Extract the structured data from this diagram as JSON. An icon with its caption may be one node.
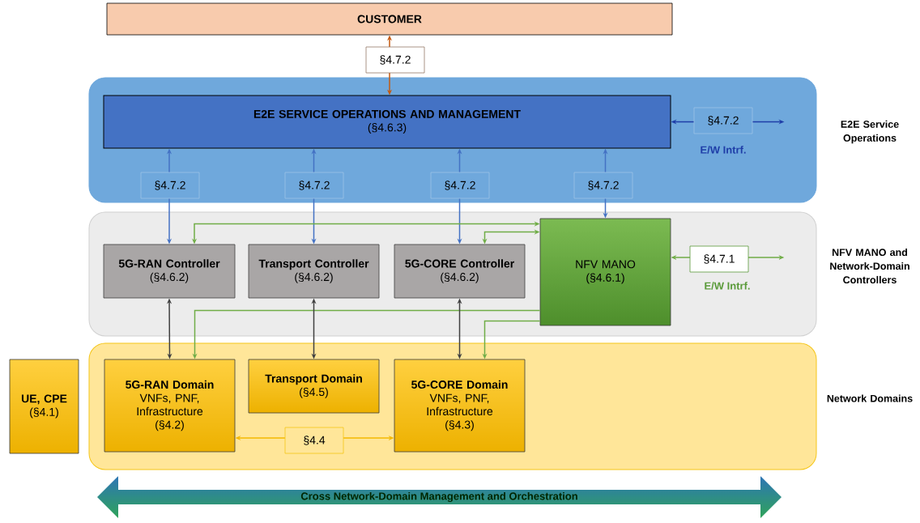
{
  "diagram": {
    "nodes": [
      {
        "text": [
          "CUSTOMER"
        ]
      },
      {
        "text": [
          "E2E Service Operations"
        ]
      },
      {
        "text": [
          "E2E SERVICE OPERATIONS AND MANAGEMENT",
          "(§4.6.3)"
        ],
        "in": 1
      },
      {
        "text": [
          "NFV MANO and Network-Domain Controllers"
        ]
      },
      {
        "text": [
          "5G-RAN Controller",
          "(§4.6.2)"
        ],
        "in": 3
      },
      {
        "text": [
          "Transport Controller",
          "(§4.6.2)"
        ],
        "in": 3
      },
      {
        "text": [
          "5G-CORE Controller",
          "(§4.6.2)"
        ],
        "in": 3
      },
      {
        "text": [
          "NFV MANO",
          "(§4.6.1)"
        ],
        "in": 3
      },
      {
        "text": [
          "Network Domains"
        ]
      },
      {
        "text": [
          "UE, CPE",
          "(§4.1)"
        ]
      },
      {
        "text": [
          "5G-RAN Domain",
          "VNFs, PNF, Infrastructure",
          "(§4.2)"
        ],
        "in": 8
      },
      {
        "text": [
          "Transport Domain",
          "(§4.5)"
        ],
        "in": 8
      },
      {
        "text": [
          "5G-CORE Domain",
          "VNFs, PNF, Infrastructure",
          "(§4.3)"
        ],
        "in": 8
      },
      {
        "text": [
          "Cross Network-Domain Management and Orchestration"
        ]
      }
    ],
    "edges": [
      {
        "from": 2,
        "to": 0,
        "arrow": "both",
        "label": "§4.7.2",
        "color": "#c55a11"
      },
      {
        "from": 2,
        "to": null,
        "arrow": "both",
        "label": "§4.7.2",
        "color": "#1f3ea8"
      },
      {
        "from": 4,
        "to": 2,
        "arrow": "both",
        "label": "§4.7.2",
        "color": "#4472c4"
      },
      {
        "from": 5,
        "to": 2,
        "arrow": "both",
        "label": "§4.7.2",
        "color": "#4472c4"
      },
      {
        "from": 6,
        "to": 2,
        "arrow": "both",
        "label": "§4.7.2",
        "color": "#4472c4"
      },
      {
        "from": 7,
        "to": 2,
        "arrow": "both",
        "label": "§4.7.2",
        "color": "#4472c4"
      },
      {
        "from": 7,
        "to": 4,
        "arrow": "both"
      },
      {
        "from": 7,
        "to": 6,
        "arrow": "both"
      },
      {
        "from": 7,
        "to": 10,
        "arrow": "to"
      },
      {
        "from": 7,
        "to": 12,
        "arrow": "to"
      },
      {
        "from": 4,
        "to": 10,
        "arrow": "both",
        "color": "#404040"
      },
      {
        "from": 5,
        "to": 11,
        "arrow": "both",
        "color": "#404040"
      },
      {
        "from": 6,
        "to": 12,
        "arrow": "both",
        "color": "#404040"
      },
      {
        "from": 10,
        "to": 12,
        "arrow": "both",
        "label": "§4.4",
        "color": "#f5b800"
      },
      {
        "from": 7,
        "to": null,
        "arrow": "both",
        "label": "§4.7.1"
      }
    ],
    "labels": [
      "E/W Intrf.",
      "E/W Intrf."
    ]
  }
}
